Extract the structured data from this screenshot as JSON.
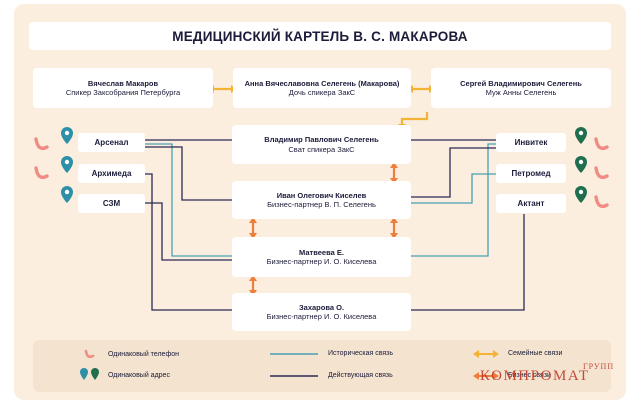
{
  "title": "МЕДИЦИНСКИЙ КАРТЕЛЬ В. С. МАКАРОВА",
  "people": {
    "makarov": {
      "name": "Вячеслав Макаров",
      "role": "Спикер Заксобрания Петербурга"
    },
    "anna": {
      "name": "Анна Вячеславовна Селегень (Макарова)",
      "role": "Дочь спикера ЗакС"
    },
    "sergey": {
      "name": "Сергей Владимирович Селегень",
      "role": "Муж Анны Селегень"
    },
    "vladimir": {
      "name": "Владимир Павлович Селегень",
      "role": "Сват спикера ЗакС"
    },
    "ivan": {
      "name": "Иван Олегович Киселев",
      "role": "Бизнес-партнер В. П. Селегень"
    },
    "matveeva": {
      "name": "Матвеева Е.",
      "role": "Бизнес-партнер И. О. Киселева"
    },
    "zakharova": {
      "name": "Захарова О.",
      "role": "Бизнес-партнер И. О. Киселева"
    }
  },
  "companies": {
    "left": [
      "Арсенал",
      "Архимеда",
      "СЗМ"
    ],
    "right": [
      "Инвитек",
      "Петромед",
      "Актант"
    ]
  },
  "legend": {
    "phone": "Одинаковый телефон",
    "address": "Одинаковый адрес",
    "historical": "Историческая связь",
    "current": "Действующая связь",
    "family": "Семейные связи",
    "business": "Бизнес связи"
  },
  "colors": {
    "background": "#fbeede",
    "historical": "#4aa0b4",
    "current": "#2a2a55",
    "family": "#f5b335",
    "business": "#ee7e3c",
    "phone": "#f08c84",
    "address_teal": "#2e8fa8",
    "address_green": "#1f6e4e"
  },
  "watermark": {
    "main": "КОМПРОМАТ",
    "sup": "ГРУПП"
  }
}
